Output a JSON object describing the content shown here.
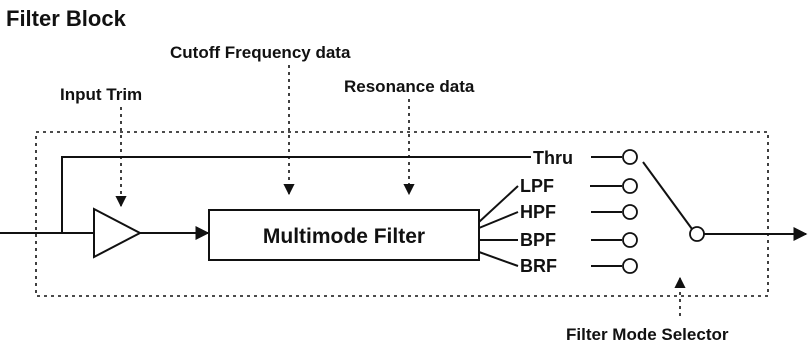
{
  "title": "Filter Block",
  "controls": {
    "cutoff": "Cutoff Frequency data",
    "input_trim": "Input Trim",
    "resonance": "Resonance data"
  },
  "filter_box": "Multimode Filter",
  "modes": [
    "Thru",
    "LPF",
    "HPF",
    "BPF",
    "BRF"
  ],
  "selector": "Filter Mode Selector"
}
